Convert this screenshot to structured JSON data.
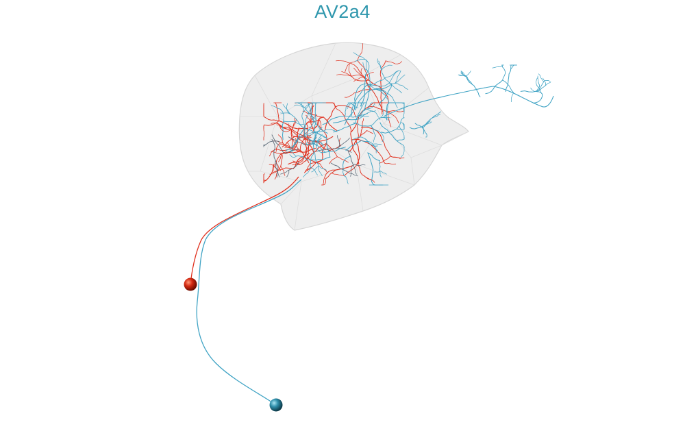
{
  "figure": {
    "title": "AV2a4",
    "colors": {
      "title": "#2f97ad",
      "neuron_a": "#e0301e",
      "neuron_b": "#3fa3c4",
      "neuropil_fill": "#e9e9e9",
      "neuropil_edge": "#d2d2d2"
    },
    "neurons": [
      {
        "color_key": "neuron_a",
        "soma_icon": "red-sphere-soma"
      },
      {
        "color_key": "neuron_b",
        "soma_icon": "blue-sphere-soma"
      }
    ]
  }
}
